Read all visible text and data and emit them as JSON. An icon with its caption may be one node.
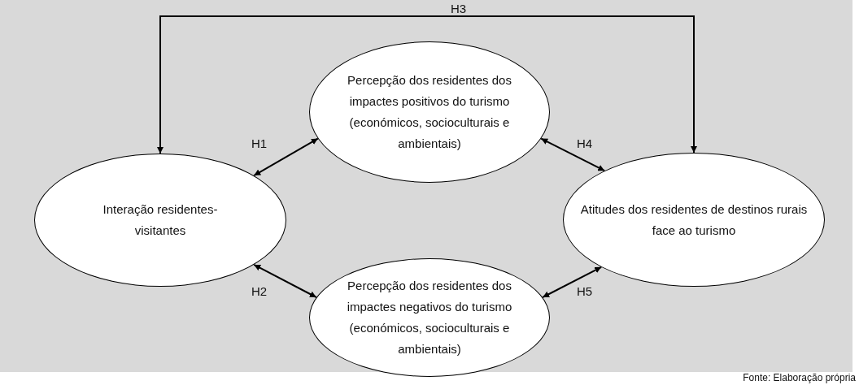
{
  "diagram": {
    "caption": "Fonte: Elaboração própria",
    "nodes": [
      {
        "text": [
          "Percepção dos residentes dos impactes positivos do turismo (económicos, socioculturais e ambientais)"
        ]
      },
      {
        "text": [
          "Interação residentes-visitantes"
        ]
      },
      {
        "text": [
          "Atitudes dos residentes de destinos rurais face ao turismo"
        ]
      },
      {
        "text": [
          "Percepção dos residentes dos impactes negativos do turismo (económicos, socioculturais e ambientais)"
        ]
      }
    ],
    "edges": [
      {
        "from": 1,
        "to": 2,
        "arrow": "both",
        "label": "H3"
      },
      {
        "from": 1,
        "to": 0,
        "arrow": "both",
        "label": "H1"
      },
      {
        "from": 0,
        "to": 2,
        "arrow": "both",
        "label": "H4"
      },
      {
        "from": 1,
        "to": 3,
        "arrow": "both",
        "label": "H2"
      },
      {
        "from": 3,
        "to": 2,
        "arrow": "both",
        "label": "H5"
      }
    ]
  }
}
